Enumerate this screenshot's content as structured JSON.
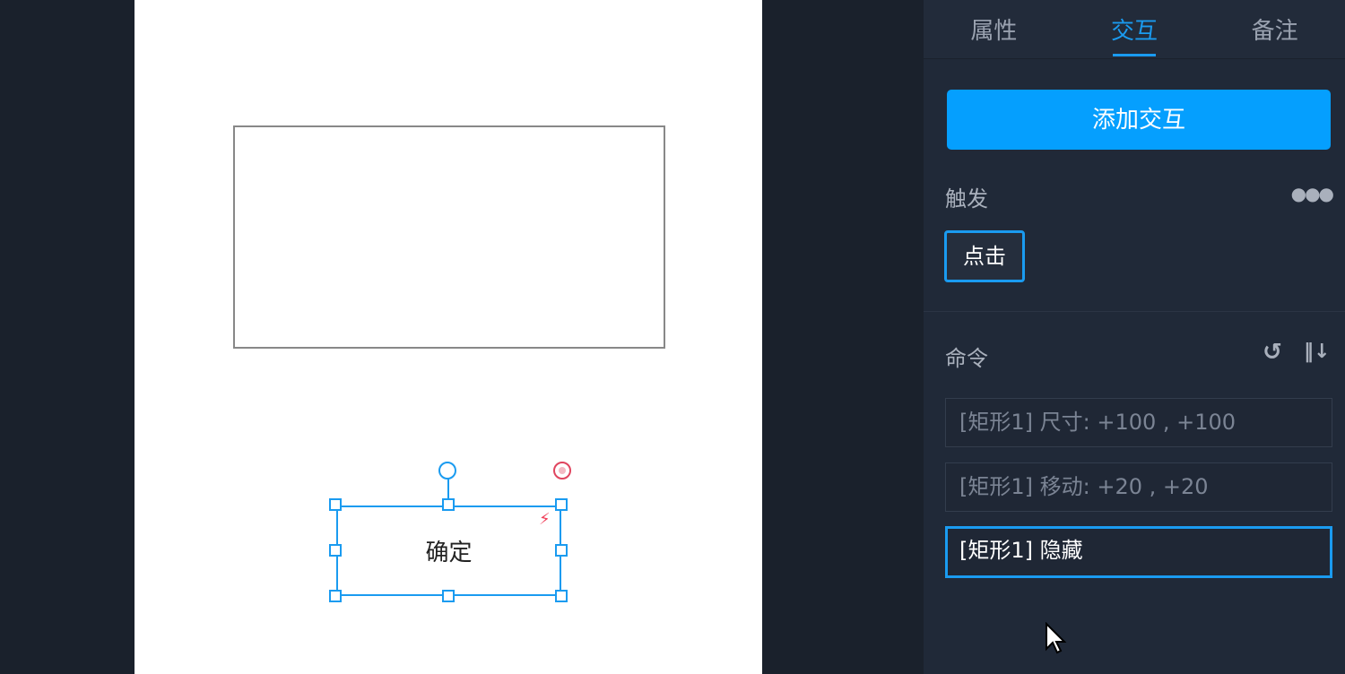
{
  "canvas": {
    "button_text": "确定"
  },
  "panel": {
    "tabs": [
      {
        "label": "属性"
      },
      {
        "label": "交互"
      },
      {
        "label": "备注"
      }
    ],
    "add_interaction": "添加交互",
    "trigger_label": "触发",
    "trigger_value": "点击",
    "command_label": "命令",
    "commands": [
      "[矩形1] 尺寸: +100 , +100",
      "[矩形1] 移动: +20 , +20",
      "[矩形1] 隐藏"
    ]
  }
}
